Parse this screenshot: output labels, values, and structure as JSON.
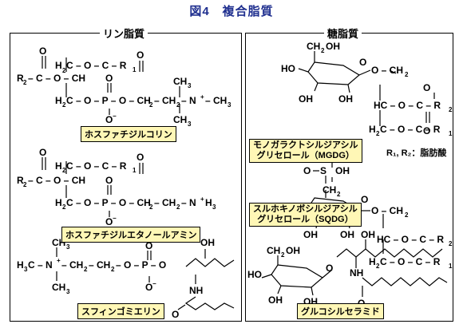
{
  "page_title": "図4　複合脂質",
  "left_panel": {
    "title": "リン脂質",
    "compounds": [
      {
        "label": "ホスファチジルコリン"
      },
      {
        "label": "ホスファチジルエタノールアミン"
      },
      {
        "label": "スフィンゴミエリン"
      }
    ]
  },
  "right_panel": {
    "title": "糖脂質",
    "compounds": [
      {
        "label_line1": "モノガラクトシルジアシル",
        "label_line2": "グリセロール（MGDG）"
      },
      {
        "label_line1": "スルホキノボシルジアシル",
        "label_line2": "グリセロール（SQDG）"
      },
      {
        "label": "グルコシルセラミド"
      }
    ],
    "note": "R₁, R₂：脂肪酸"
  }
}
